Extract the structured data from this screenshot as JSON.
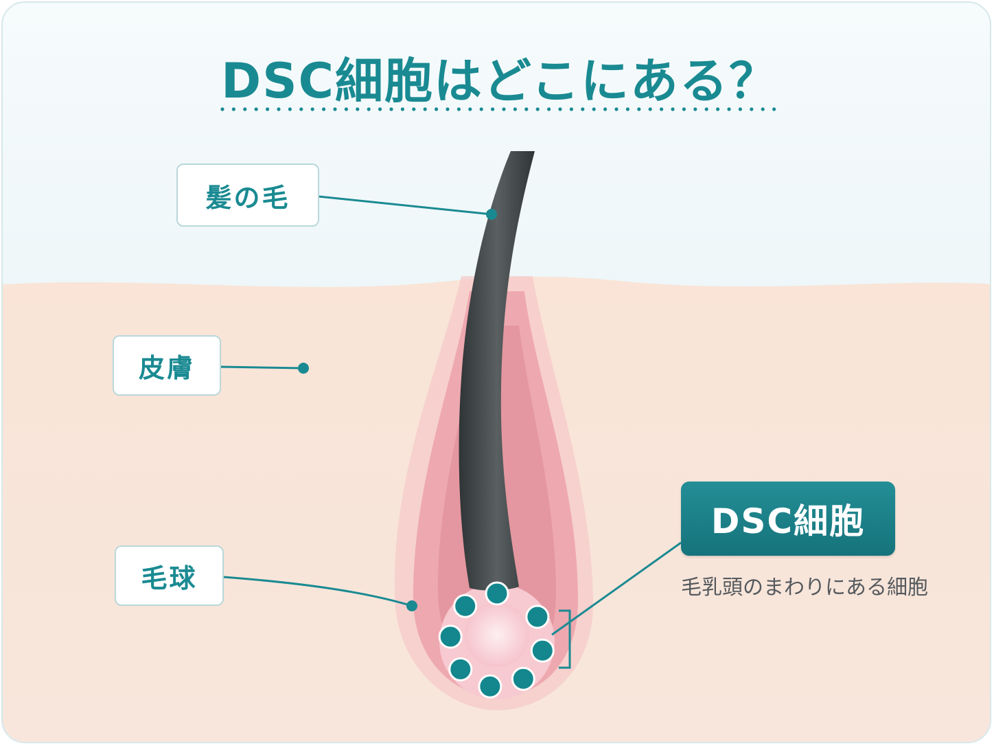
{
  "title": "DSC細胞はどこにある？",
  "labels": {
    "hair": "髪の毛",
    "skin": "皮膚",
    "hair_bulb": "毛球",
    "dsc_cells": "DSC細胞",
    "dsc_caption": "毛乳頭のまわりにある細胞"
  },
  "colors": {
    "accent": "#1a8a92",
    "dsc_box": "#1a7f87",
    "skin": "#f8e2d5",
    "hair": "#3c4143",
    "follicle": "#f1b1b6",
    "cells": "#13878d"
  },
  "dsc_cell_count": 8
}
